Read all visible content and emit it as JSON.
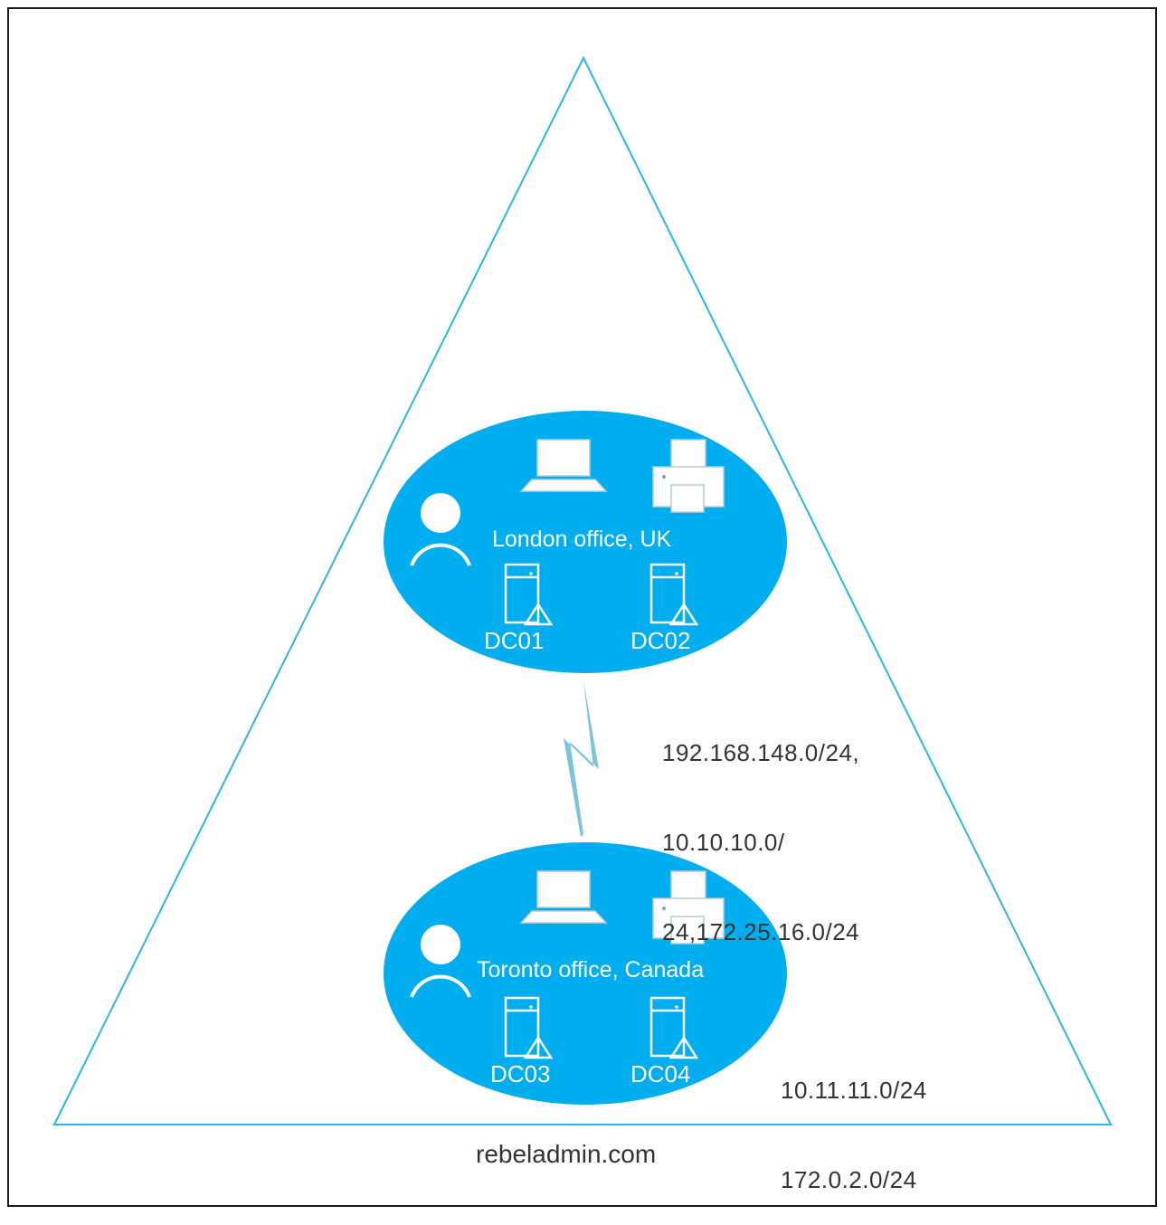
{
  "colors": {
    "site_fill": "#00ADEF",
    "triangle_stroke": "#29B6E8",
    "link": "#7CC3DC",
    "icon": "#ffffff",
    "text_dark": "#333333"
  },
  "domain": {
    "name": "rebeladmin.com"
  },
  "sites": [
    {
      "name": "London office, UK",
      "icons": [
        "user-icon",
        "laptop-icon",
        "printer-icon"
      ],
      "domain_controllers": [
        "DC01",
        "DC02"
      ],
      "subnets": [
        "192.168.148.0/24,",
        "10.10.10.0/",
        "24,172.25.16.0/24"
      ]
    },
    {
      "name": "Toronto office, Canada",
      "icons": [
        "user-icon",
        "laptop-icon",
        "printer-icon"
      ],
      "domain_controllers": [
        "DC03",
        "DC04"
      ],
      "subnets": [
        "10.11.11.0/24",
        "172.0.2.0/24"
      ]
    }
  ],
  "link": {
    "type": "wan-link-lightning-icon"
  }
}
